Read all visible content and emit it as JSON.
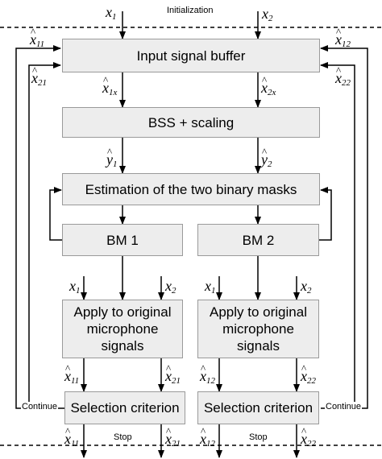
{
  "annotations": {
    "initialization": "Initialization",
    "continue_left": "Continue",
    "continue_right": "Continue",
    "stop": "Stop"
  },
  "boxes": {
    "input_buffer": "Input signal buffer",
    "bss": "BSS + scaling",
    "estimation": "Estimation of the two binary masks",
    "bm1": "BM 1",
    "bm2": "BM 2",
    "apply1": "Apply to original microphone signals",
    "apply2": "Apply to original microphone signals",
    "select1": "Selection criterion",
    "select2": "Selection criterion"
  },
  "signals": {
    "x1": {
      "base": "x",
      "sub": "1"
    },
    "x2": {
      "base": "x",
      "sub": "2"
    },
    "x11": {
      "base": "x",
      "sub": "11"
    },
    "x12": {
      "base": "x",
      "sub": "12"
    },
    "x21": {
      "base": "x",
      "sub": "21"
    },
    "x22": {
      "base": "x",
      "sub": "22"
    },
    "x1x": {
      "base": "x",
      "sub": "1x"
    },
    "x2x": {
      "base": "x",
      "sub": "2x"
    },
    "y1": {
      "base": "y",
      "sub": "1"
    },
    "y2": {
      "base": "y",
      "sub": "2"
    }
  }
}
